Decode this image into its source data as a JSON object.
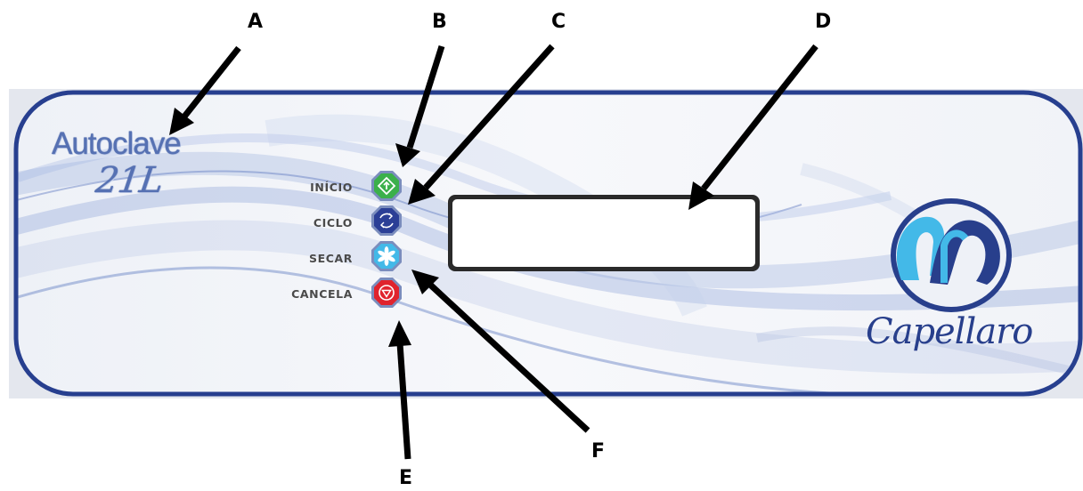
{
  "callouts": {
    "a": "A",
    "b": "B",
    "c": "C",
    "d": "D",
    "e": "E",
    "f": "F"
  },
  "panel": {
    "title_line1": "Autoclave",
    "title_line2": "21L",
    "brand": "Capellaro",
    "logo_letters": "MM",
    "display_text": ""
  },
  "buttons": [
    {
      "label": "INÍCIO",
      "icon": "diamond-arrow-icon",
      "color": "#3bb04b"
    },
    {
      "label": "CICLO",
      "icon": "cycle-icon",
      "color": "#2b3f96"
    },
    {
      "label": "SECAR",
      "icon": "fan-icon",
      "color": "#43b9e8"
    },
    {
      "label": "CANCELA",
      "icon": "stop-triangle-icon",
      "color": "#e0232d"
    }
  ],
  "colors": {
    "panel_border": "#273f8f",
    "accent_blue": "#43b9e8",
    "title_blue": "#5671b3"
  }
}
